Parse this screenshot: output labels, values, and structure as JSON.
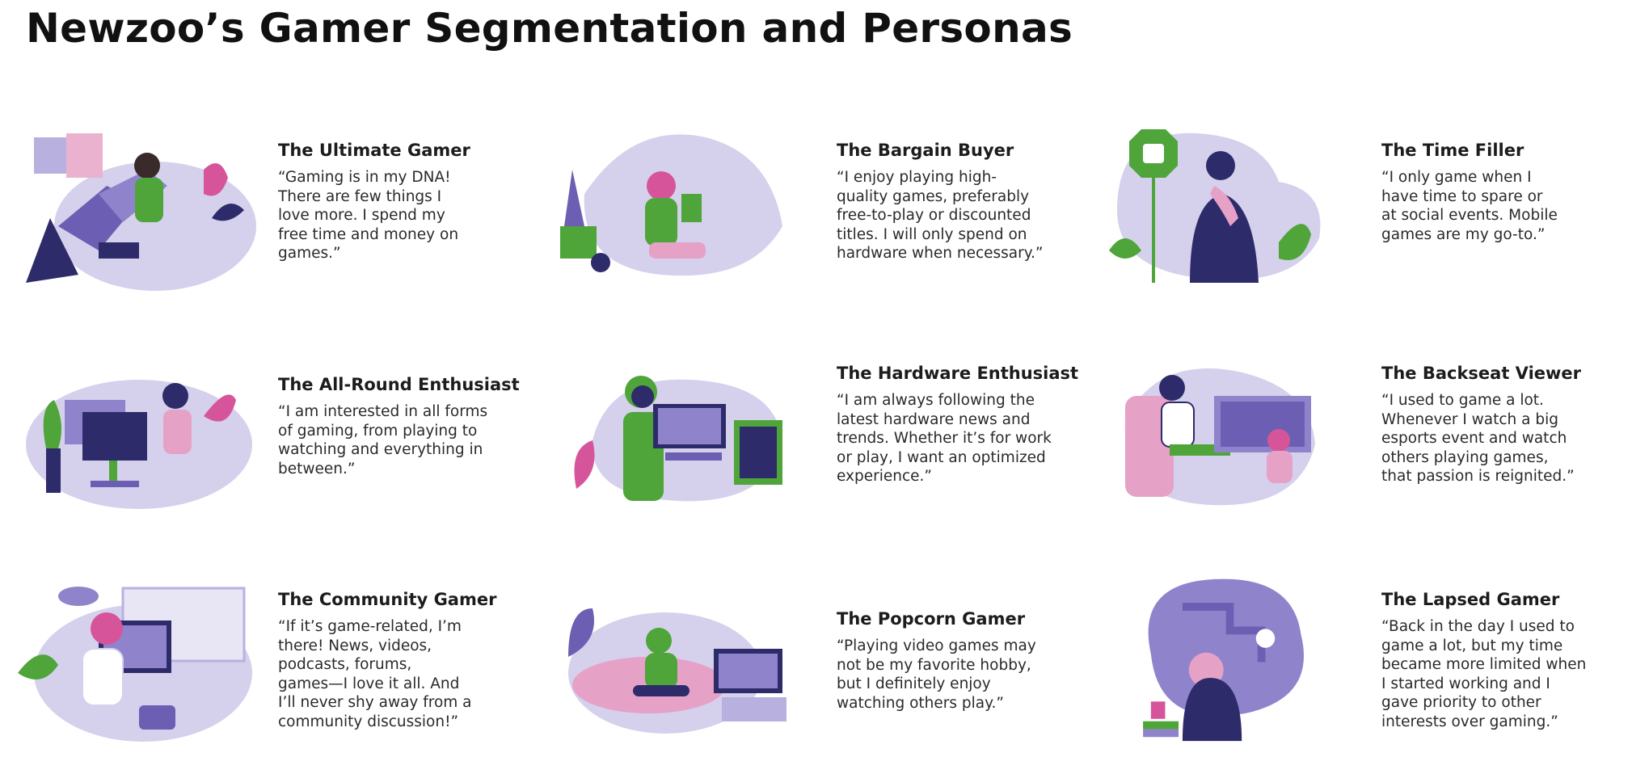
{
  "page": {
    "title": "Newzoo’s Gamer Segmentation and Personas"
  },
  "palette": {
    "lavender": "#c9c3e6",
    "purple": "#6c5fb3",
    "navy": "#2e2b6b",
    "green": "#4fa53a",
    "pink": "#e6a1c6",
    "magenta": "#d6559a"
  },
  "personas": [
    {
      "name": "The Ultimate Gamer",
      "quote": "“Gaming is in my DNA!\nThere are few things I\nlove more. I spend my\nfree time and money on\ngames.”"
    },
    {
      "name": "The Bargain Buyer",
      "quote": "“I enjoy playing high-\nquality games, preferably\nfree-to-play or discounted\ntitles. I will only spend on\nhardware when necessary.”"
    },
    {
      "name": "The Time Filler",
      "quote": "“I only game when I\nhave time to spare or\nat social events. Mobile\ngames are my go-to.”"
    },
    {
      "name": "The All-Round Enthusiast",
      "quote": "“I am interested in all forms\nof gaming, from playing to\nwatching and everything in\nbetween.”"
    },
    {
      "name": "The Hardware Enthusiast",
      "quote": "“I am always following the\nlatest hardware news and\ntrends. Whether it’s for work\nor play, I want an optimized\nexperience.”"
    },
    {
      "name": "The Backseat Viewer",
      "quote": "“I used to game a lot.\nWhenever I watch a big\nesports event and watch\nothers playing games,\nthat passion is reignited.”"
    },
    {
      "name": "The Community Gamer",
      "quote": "“If it’s game-related, I’m\nthere! News, videos,\npodcasts, forums,\ngames—I love it all. And\nI’ll never shy away from a\ncommunity discussion!”"
    },
    {
      "name": "The Popcorn Gamer",
      "quote": "“Playing video games may\nnot be my favorite hobby,\nbut I definitely enjoy\nwatching others play.”"
    },
    {
      "name": "The Lapsed Gamer",
      "quote": "“Back in the day I used to\ngame a lot, but my time\nbecame more limited when\nI started working and I\ngave priority to other\ninterests over gaming.”"
    }
  ]
}
